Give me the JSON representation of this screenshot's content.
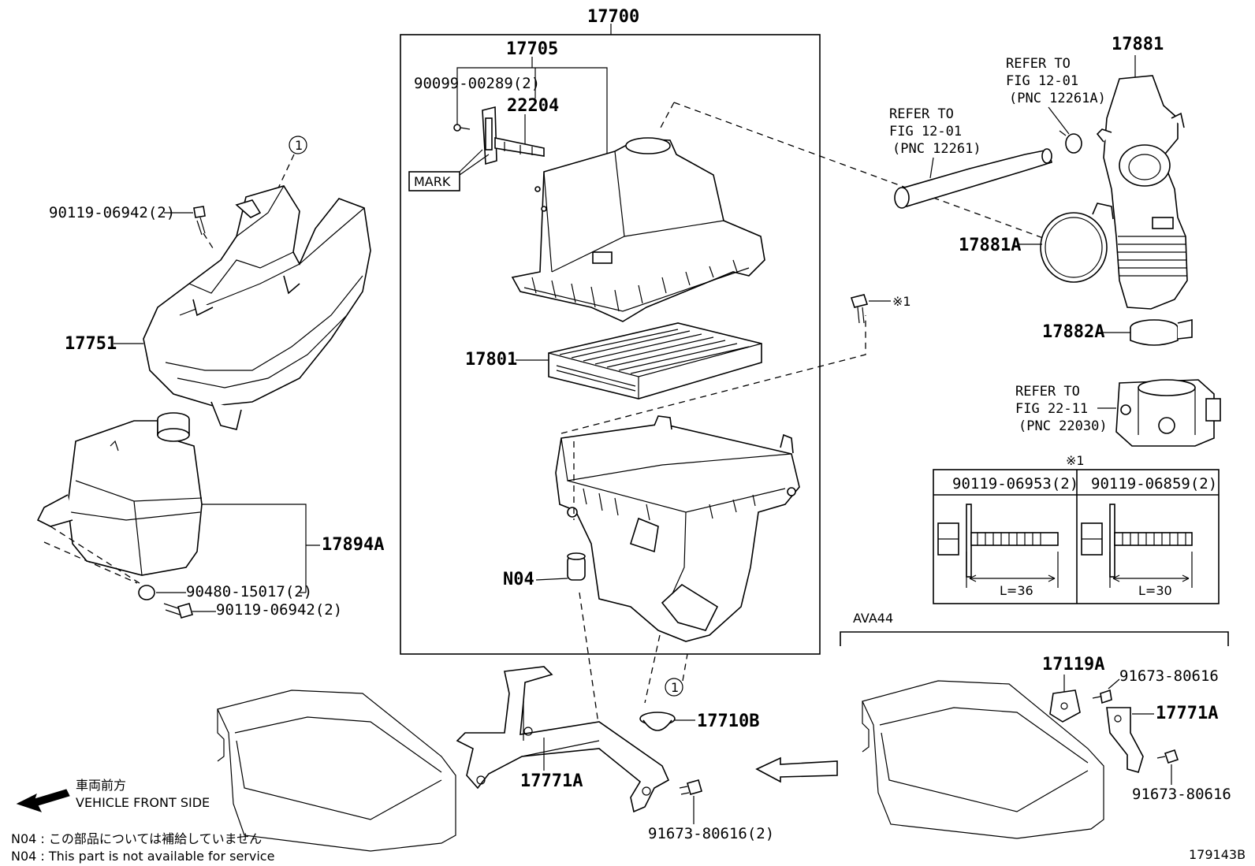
{
  "labels": {
    "assy_17700": "17700",
    "p_17705": "17705",
    "p_22204": "22204",
    "p_90099": "90099-00289(2)",
    "mark": "MARK",
    "p_17801": "17801",
    "p_n04": "N04",
    "p_17751": "17751",
    "p_90119_top": "90119-06942(2)",
    "p_17894a": "17894A",
    "p_90480": "90480-15017(2)",
    "p_90119_bottom": "90119-06942(2)",
    "p_17881": "17881",
    "p_17881a": "17881A",
    "p_17882a": "17882A",
    "p_17710b": "17710B",
    "p_17771a_main": "17771A",
    "p_91673_main": "91673-80616(2)",
    "p_17119a": "17119A",
    "p_91673_r1": "91673-80616",
    "p_17771a_r": "17771A",
    "p_91673_r2": "91673-80616",
    "circle_1": "1",
    "note_mark": "※1",
    "ava44": "AVA44",
    "diagram_id": "179143B"
  },
  "refs": {
    "r1": [
      "REFER TO",
      "FIG 12-01",
      "(PNC 12261A)"
    ],
    "r2": [
      "REFER TO",
      "FIG 12-01",
      "(PNC 12261)"
    ],
    "r3": [
      "REFER TO",
      "FIG 22-11",
      "(PNC 22030)"
    ]
  },
  "bolt_table": {
    "title": "※1",
    "col1": "90119-06953(2)",
    "col2": "90119-06859(2)",
    "len1": "L=36",
    "len2": "L=30"
  },
  "legend": {
    "front_jp": "車両前方",
    "front_en": "VEHICLE FRONT SIDE",
    "note_jp": "N04 : この部品については補給していません",
    "note_en": "N04 : This part is not available for service"
  }
}
